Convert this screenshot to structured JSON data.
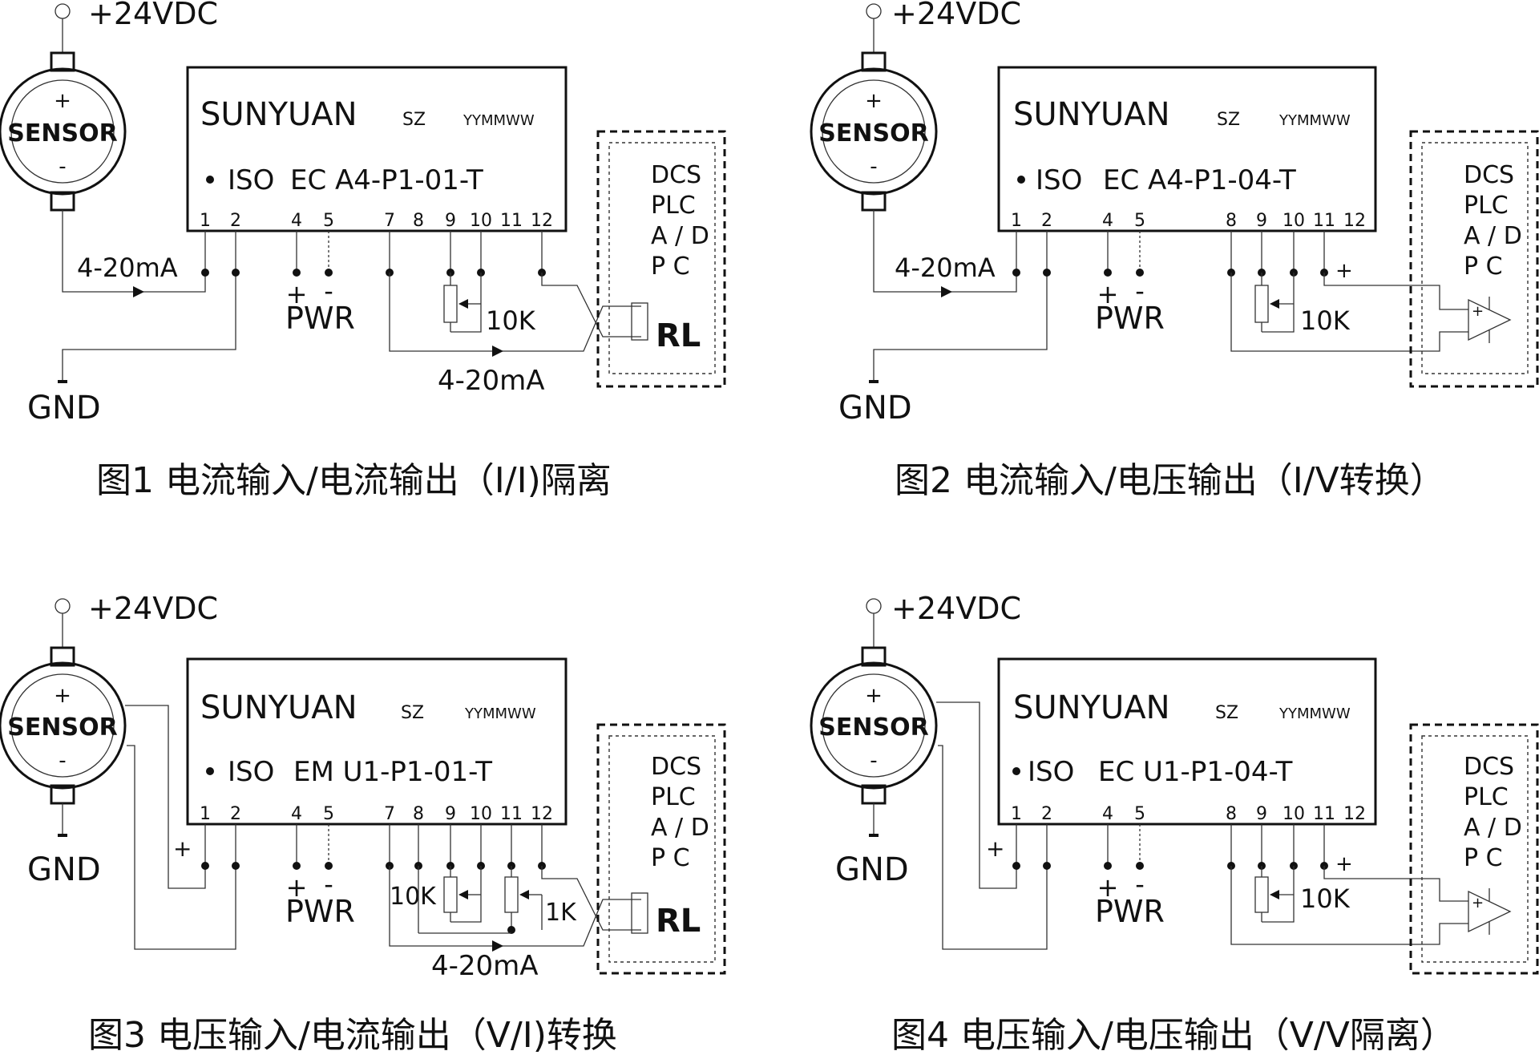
{
  "colors": {
    "ink": "#111111",
    "wire": "#333333",
    "background": "#ffffff"
  },
  "supply_label": "+24VDC",
  "gnd_label": "GND",
  "sensor_label": "SENSOR",
  "sensor_plus": "+",
  "sensor_minus": "-",
  "brand": "SUNYUAN",
  "brand_suffix": "SZ",
  "date_code": "YYMMWW",
  "iso_prefix": "ISO",
  "dcs_lines": [
    "DCS",
    "PLC",
    "A / D",
    "P   C"
  ],
  "pwr_label": "PWR",
  "pwr_plus": "+",
  "pwr_minus": "-",
  "load_label": "RL",
  "signal_label": "4-20mA",
  "plus_sign": "+",
  "pot_10k": "10K",
  "pot_1k": "1K",
  "diagrams": [
    {
      "caption": "图1 电流输入/电流输出（I/I)隔离",
      "model": "EC A4-P1-01-T",
      "pins": [
        "1",
        "2",
        "4",
        "5",
        "7",
        "8",
        "9",
        "10",
        "11",
        "12"
      ]
    },
    {
      "caption": "图2 电流输入/电压输出（I/V转换）",
      "model": "EC A4-P1-04-T",
      "pins": [
        "1",
        "2",
        "4",
        "5",
        "8",
        "9",
        "10",
        "11",
        "12"
      ]
    },
    {
      "caption": "图3 电压输入/电流输出（V/I)转换",
      "model": "EM U1-P1-01-T",
      "pins": [
        "1",
        "2",
        "4",
        "5",
        "7",
        "8",
        "9",
        "10",
        "11",
        "12"
      ]
    },
    {
      "caption": "图4 电压输入/电压输出（V/V隔离）",
      "model": "EC U1-P1-04-T",
      "pins": [
        "1",
        "2",
        "4",
        "5",
        "8",
        "9",
        "10",
        "11",
        "12"
      ]
    }
  ]
}
